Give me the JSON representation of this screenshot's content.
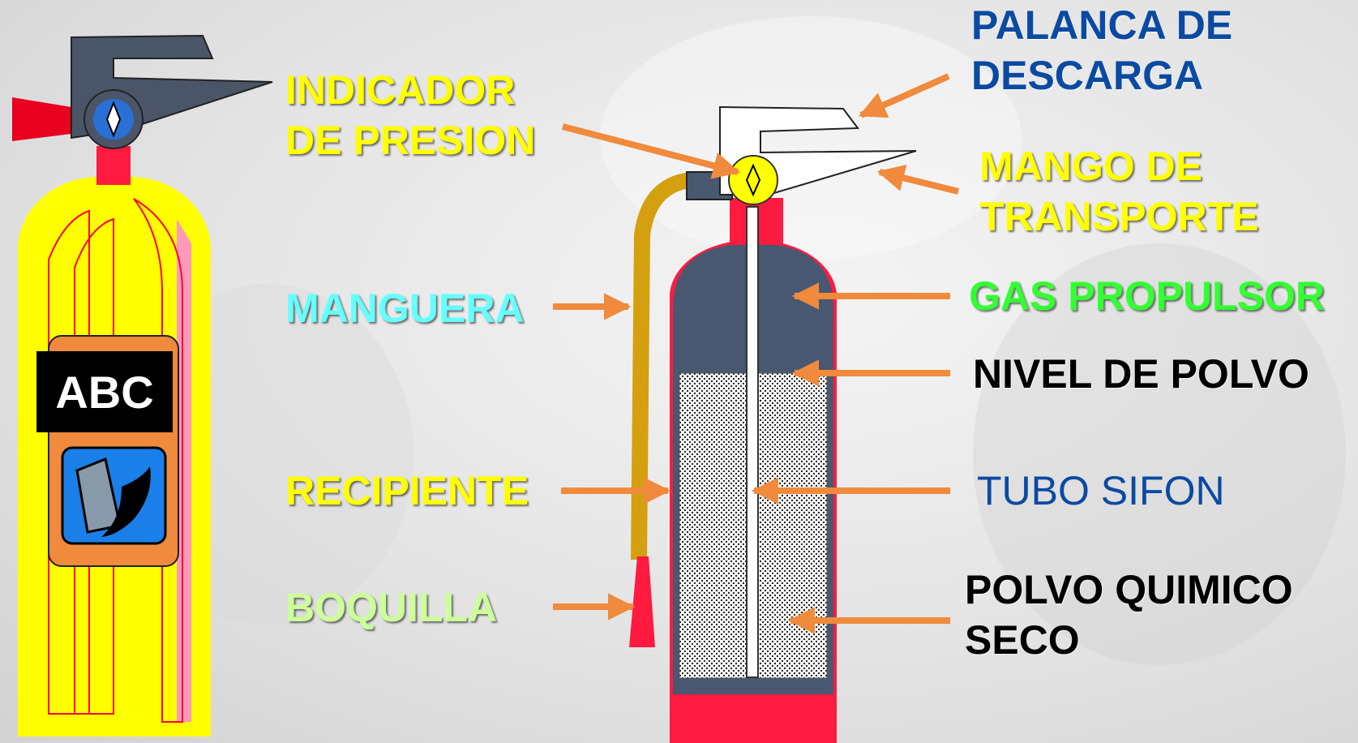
{
  "labels": {
    "indicador_line1": "INDICADOR",
    "indicador_line2": "DE PRESION",
    "palanca_line1": "PALANCA DE",
    "palanca_line2": "DESCARGA",
    "mango_line1": "MANGO DE",
    "mango_line2": "TRANSPORTE",
    "manguera": "MANGUERA",
    "gas": "GAS PROPULSOR",
    "nivel": "NIVEL DE POLVO",
    "recipiente": "RECIPIENTE",
    "tubo": "TUBO SIFON",
    "boquilla": "BOQUILLA",
    "polvo_line1": "POLVO QUIMICO",
    "polvo_line2": "SECO"
  },
  "badge_text": "ABC",
  "colors": {
    "yellow": "#ffff00",
    "cyan": "#66ffff",
    "green": "#33ff33",
    "blue": "#0b4aa2",
    "black": "#000000",
    "pale_green": "#ccff99",
    "arrow": "#f08a3c",
    "cylinder_red": "#ff1a40",
    "cylinder_slate": "#485870",
    "hose_gold": "#d4a010"
  }
}
